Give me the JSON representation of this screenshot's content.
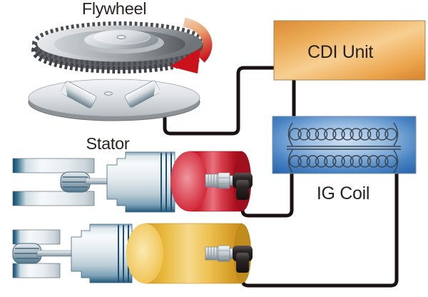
{
  "labels": {
    "flywheel": "Flywheel",
    "stator": "Stator",
    "cdi_unit": "CDI Unit",
    "ig_coil": "IG Coil"
  },
  "colors": {
    "cdi_box_orange": "#e8963c",
    "ig_box_blue": "#2f6db6",
    "cylinder_top_red": "#c9121f",
    "cylinder_bottom_yellow": "#eebb4d",
    "rotation_arrow_red": "#c9121b",
    "wire_black": "#191113",
    "metal_silver": "#c8d0d6"
  },
  "components": [
    {
      "name": "flywheel-gear"
    },
    {
      "name": "rotation-arrow"
    },
    {
      "name": "stator-plate"
    },
    {
      "name": "cdi-unit-box"
    },
    {
      "name": "ig-coil-box"
    },
    {
      "name": "transformer-symbol"
    },
    {
      "name": "crank-piston-assembly-top"
    },
    {
      "name": "cylinder-red"
    },
    {
      "name": "spark-plug-top"
    },
    {
      "name": "crank-piston-assembly-bottom"
    },
    {
      "name": "cylinder-yellow"
    },
    {
      "name": "spark-plug-bottom"
    },
    {
      "name": "wire-stator-to-cdi"
    },
    {
      "name": "wire-cdi-to-igcoil"
    },
    {
      "name": "wire-igcoil-to-plug-top"
    },
    {
      "name": "wire-igcoil-to-plug-bottom"
    }
  ]
}
